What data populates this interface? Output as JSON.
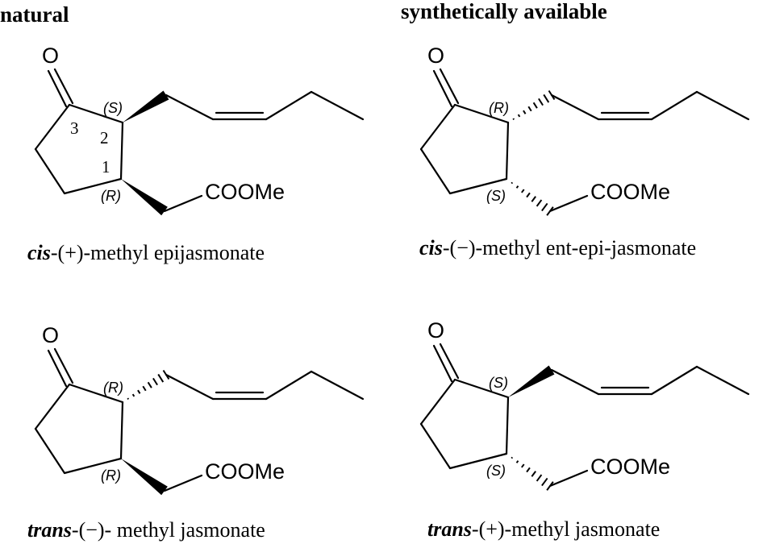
{
  "headers": {
    "left": "natural",
    "right": "synthetically available"
  },
  "atoms": {
    "oxygen": "O",
    "ester": "COOMe"
  },
  "ring_numbers": [
    "3",
    "2",
    "1"
  ],
  "molecules": [
    {
      "id": "cis-plus",
      "ring_wedge": "wedge",
      "chain_wedge": "wedge",
      "stereo_top": "(S)",
      "stereo_bottom": "(R)",
      "numbered": true,
      "caption_bold": "cis",
      "caption_rest": "-(+)-methyl epijasmonate"
    },
    {
      "id": "cis-minus",
      "ring_wedge": "hash",
      "chain_wedge": "hash",
      "stereo_top": "(R)",
      "stereo_bottom": "(S)",
      "numbered": false,
      "caption_bold": "cis",
      "caption_rest": "-(−)-methyl ent-epi-jasmonate"
    },
    {
      "id": "trans-minus",
      "ring_wedge": "hash",
      "chain_wedge": "wedge",
      "stereo_top": "(R)",
      "stereo_bottom": "(R)",
      "numbered": false,
      "caption_bold": "trans",
      "caption_rest": "-(−)- methyl jasmonate"
    },
    {
      "id": "trans-plus",
      "ring_wedge": "wedge",
      "chain_wedge": "hash",
      "stereo_top": "(S)",
      "stereo_bottom": "(S)",
      "numbered": false,
      "caption_bold": "trans",
      "caption_rest": "-(+)-methyl jasmonate"
    }
  ]
}
